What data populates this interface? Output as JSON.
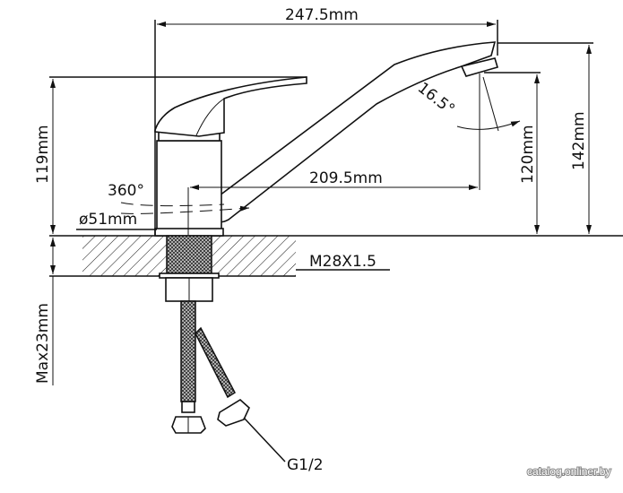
{
  "dimensions": {
    "overall_length": "247.5mm",
    "spout_reach": "209.5mm",
    "total_height": "142mm",
    "spout_height": "120mm",
    "body_height": "119mm",
    "spout_angle": "16.5°",
    "rotation": "360°",
    "base_diameter": "ø51mm",
    "thread": "M28X1.5",
    "max_countertop": "Max23mm",
    "hose_connection": "G1/2"
  },
  "watermark": "catalog.onliner.by"
}
